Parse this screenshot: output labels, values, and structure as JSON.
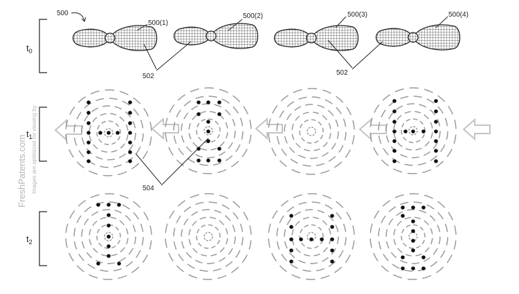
{
  "labels": {
    "ref_500": "500",
    "ref_500_1": "500(1)",
    "ref_500_2": "500(2)",
    "ref_500_3": "500(3)",
    "ref_500_4": "500(4)",
    "ref_502_a": "502",
    "ref_502_b": "502",
    "ref_504": "504"
  },
  "time_labels": {
    "t0": {
      "base": "t",
      "sub": "0"
    },
    "t1": {
      "base": "t",
      "sub": "1"
    },
    "t2": {
      "base": "t",
      "sub": "2"
    }
  },
  "watermark": {
    "line1": "Images are optimized for viewing by",
    "line2": "FreshPatents.com"
  },
  "colors": {
    "ink": "#222222",
    "dash": "#9a9a9a",
    "arrow": "#c4c4c4",
    "watermark": "#b5b5b5"
  }
}
